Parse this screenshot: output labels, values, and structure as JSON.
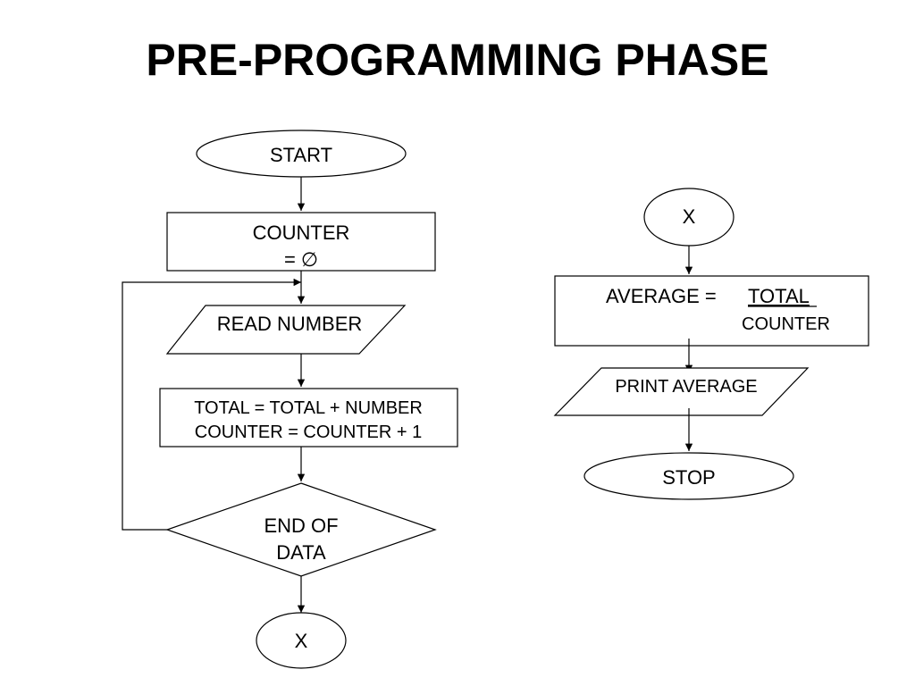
{
  "title": "PRE-PROGRAMMING PHASE",
  "left_flow": {
    "start": "START",
    "init_line1": "COUNTER",
    "init_line2": "= ∅",
    "read": "READ NUMBER",
    "process_line1": "TOTAL = TOTAL + NUMBER",
    "process_line2": "COUNTER = COUNTER + 1",
    "decision_line1": "END OF",
    "decision_line2": "DATA",
    "connector": "X"
  },
  "right_flow": {
    "connector": "X",
    "average_label": "AVERAGE =",
    "average_numerator": "TOTAL",
    "average_denominator": "COUNTER",
    "print": "PRINT AVERAGE",
    "stop": "STOP"
  }
}
